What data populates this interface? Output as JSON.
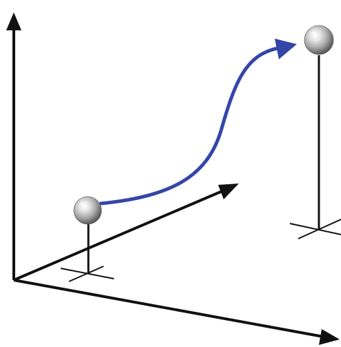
{
  "diagram": {
    "axes": [
      "vertical-axis",
      "depth-axis",
      "horizontal-axis"
    ],
    "markers": [
      "start-sphere-on-post",
      "end-sphere-on-post"
    ],
    "path": "curved-arrow-from-start-to-end"
  },
  "colors": {
    "axis": "#111111",
    "path": "#3446a8",
    "sphere_light": "#ffffff",
    "sphere_mid": "#b9b9b9",
    "sphere_dark": "#5a5a5a",
    "background": "#ffffff"
  }
}
